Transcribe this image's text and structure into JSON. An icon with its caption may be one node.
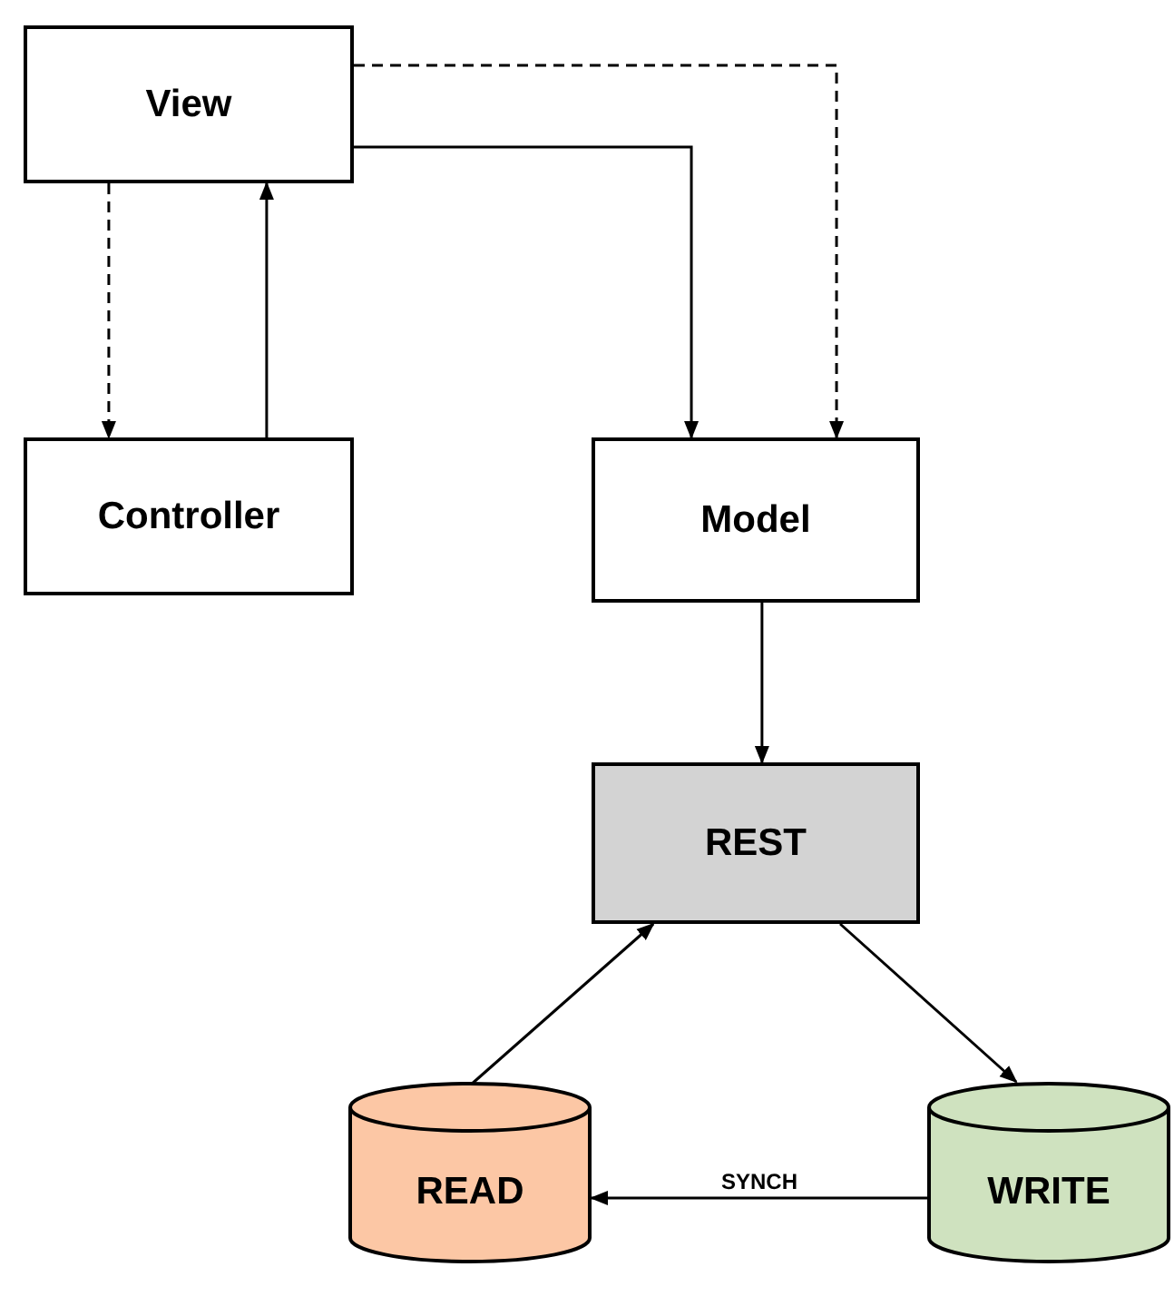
{
  "diagram": {
    "nodes": [
      {
        "text": [
          "View"
        ]
      },
      {
        "text": [
          "Controller"
        ]
      },
      {
        "text": [
          "Model"
        ]
      },
      {
        "text": [
          "REST"
        ]
      },
      {
        "text": [
          "READ"
        ]
      },
      {
        "text": [
          "WRITE"
        ]
      }
    ],
    "edges": [
      {
        "from": 0,
        "to": 1,
        "arrow": "to",
        "style": "dashed"
      },
      {
        "from": 1,
        "to": 0,
        "arrow": "to"
      },
      {
        "from": 0,
        "to": 2,
        "arrow": "to"
      },
      {
        "from": 0,
        "to": 2,
        "arrow": "to",
        "style": "dashed"
      },
      {
        "from": 2,
        "to": 3,
        "arrow": "to"
      },
      {
        "from": 4,
        "to": 3,
        "arrow": "to"
      },
      {
        "from": 3,
        "to": 5,
        "arrow": "to"
      },
      {
        "from": 5,
        "to": 4,
        "arrow": "to",
        "label": "SYNCH"
      }
    ]
  }
}
